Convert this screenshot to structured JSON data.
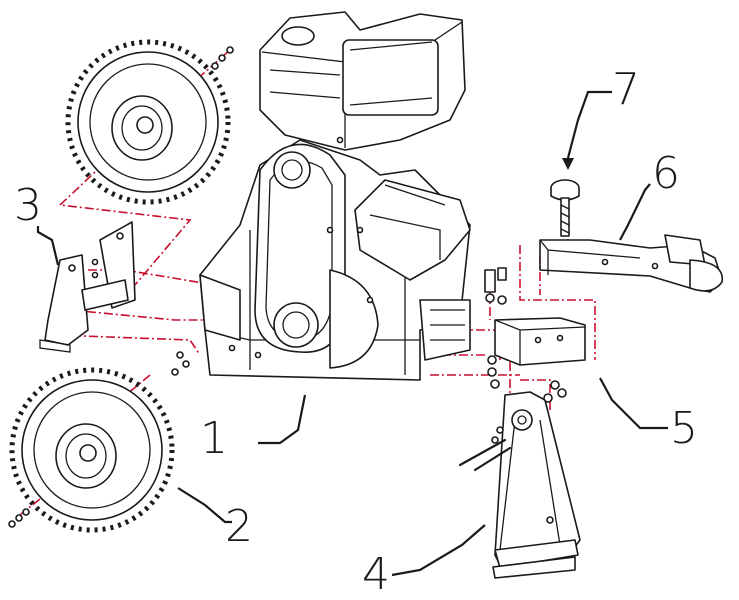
{
  "callouts": [
    {
      "number": "1",
      "part": "main-frame-assembly"
    },
    {
      "number": "2",
      "part": "wheel"
    },
    {
      "number": "3",
      "part": "axle-bracket"
    },
    {
      "number": "4",
      "part": "front-stand"
    },
    {
      "number": "5",
      "part": "tongue-receiver"
    },
    {
      "number": "6",
      "part": "hitch-tongue-coupler"
    },
    {
      "number": "7",
      "part": "hitch-pin"
    }
  ],
  "colors": {
    "linework": "#1a1a1a",
    "assembly_path": "#c8102e",
    "background": "#ffffff"
  }
}
